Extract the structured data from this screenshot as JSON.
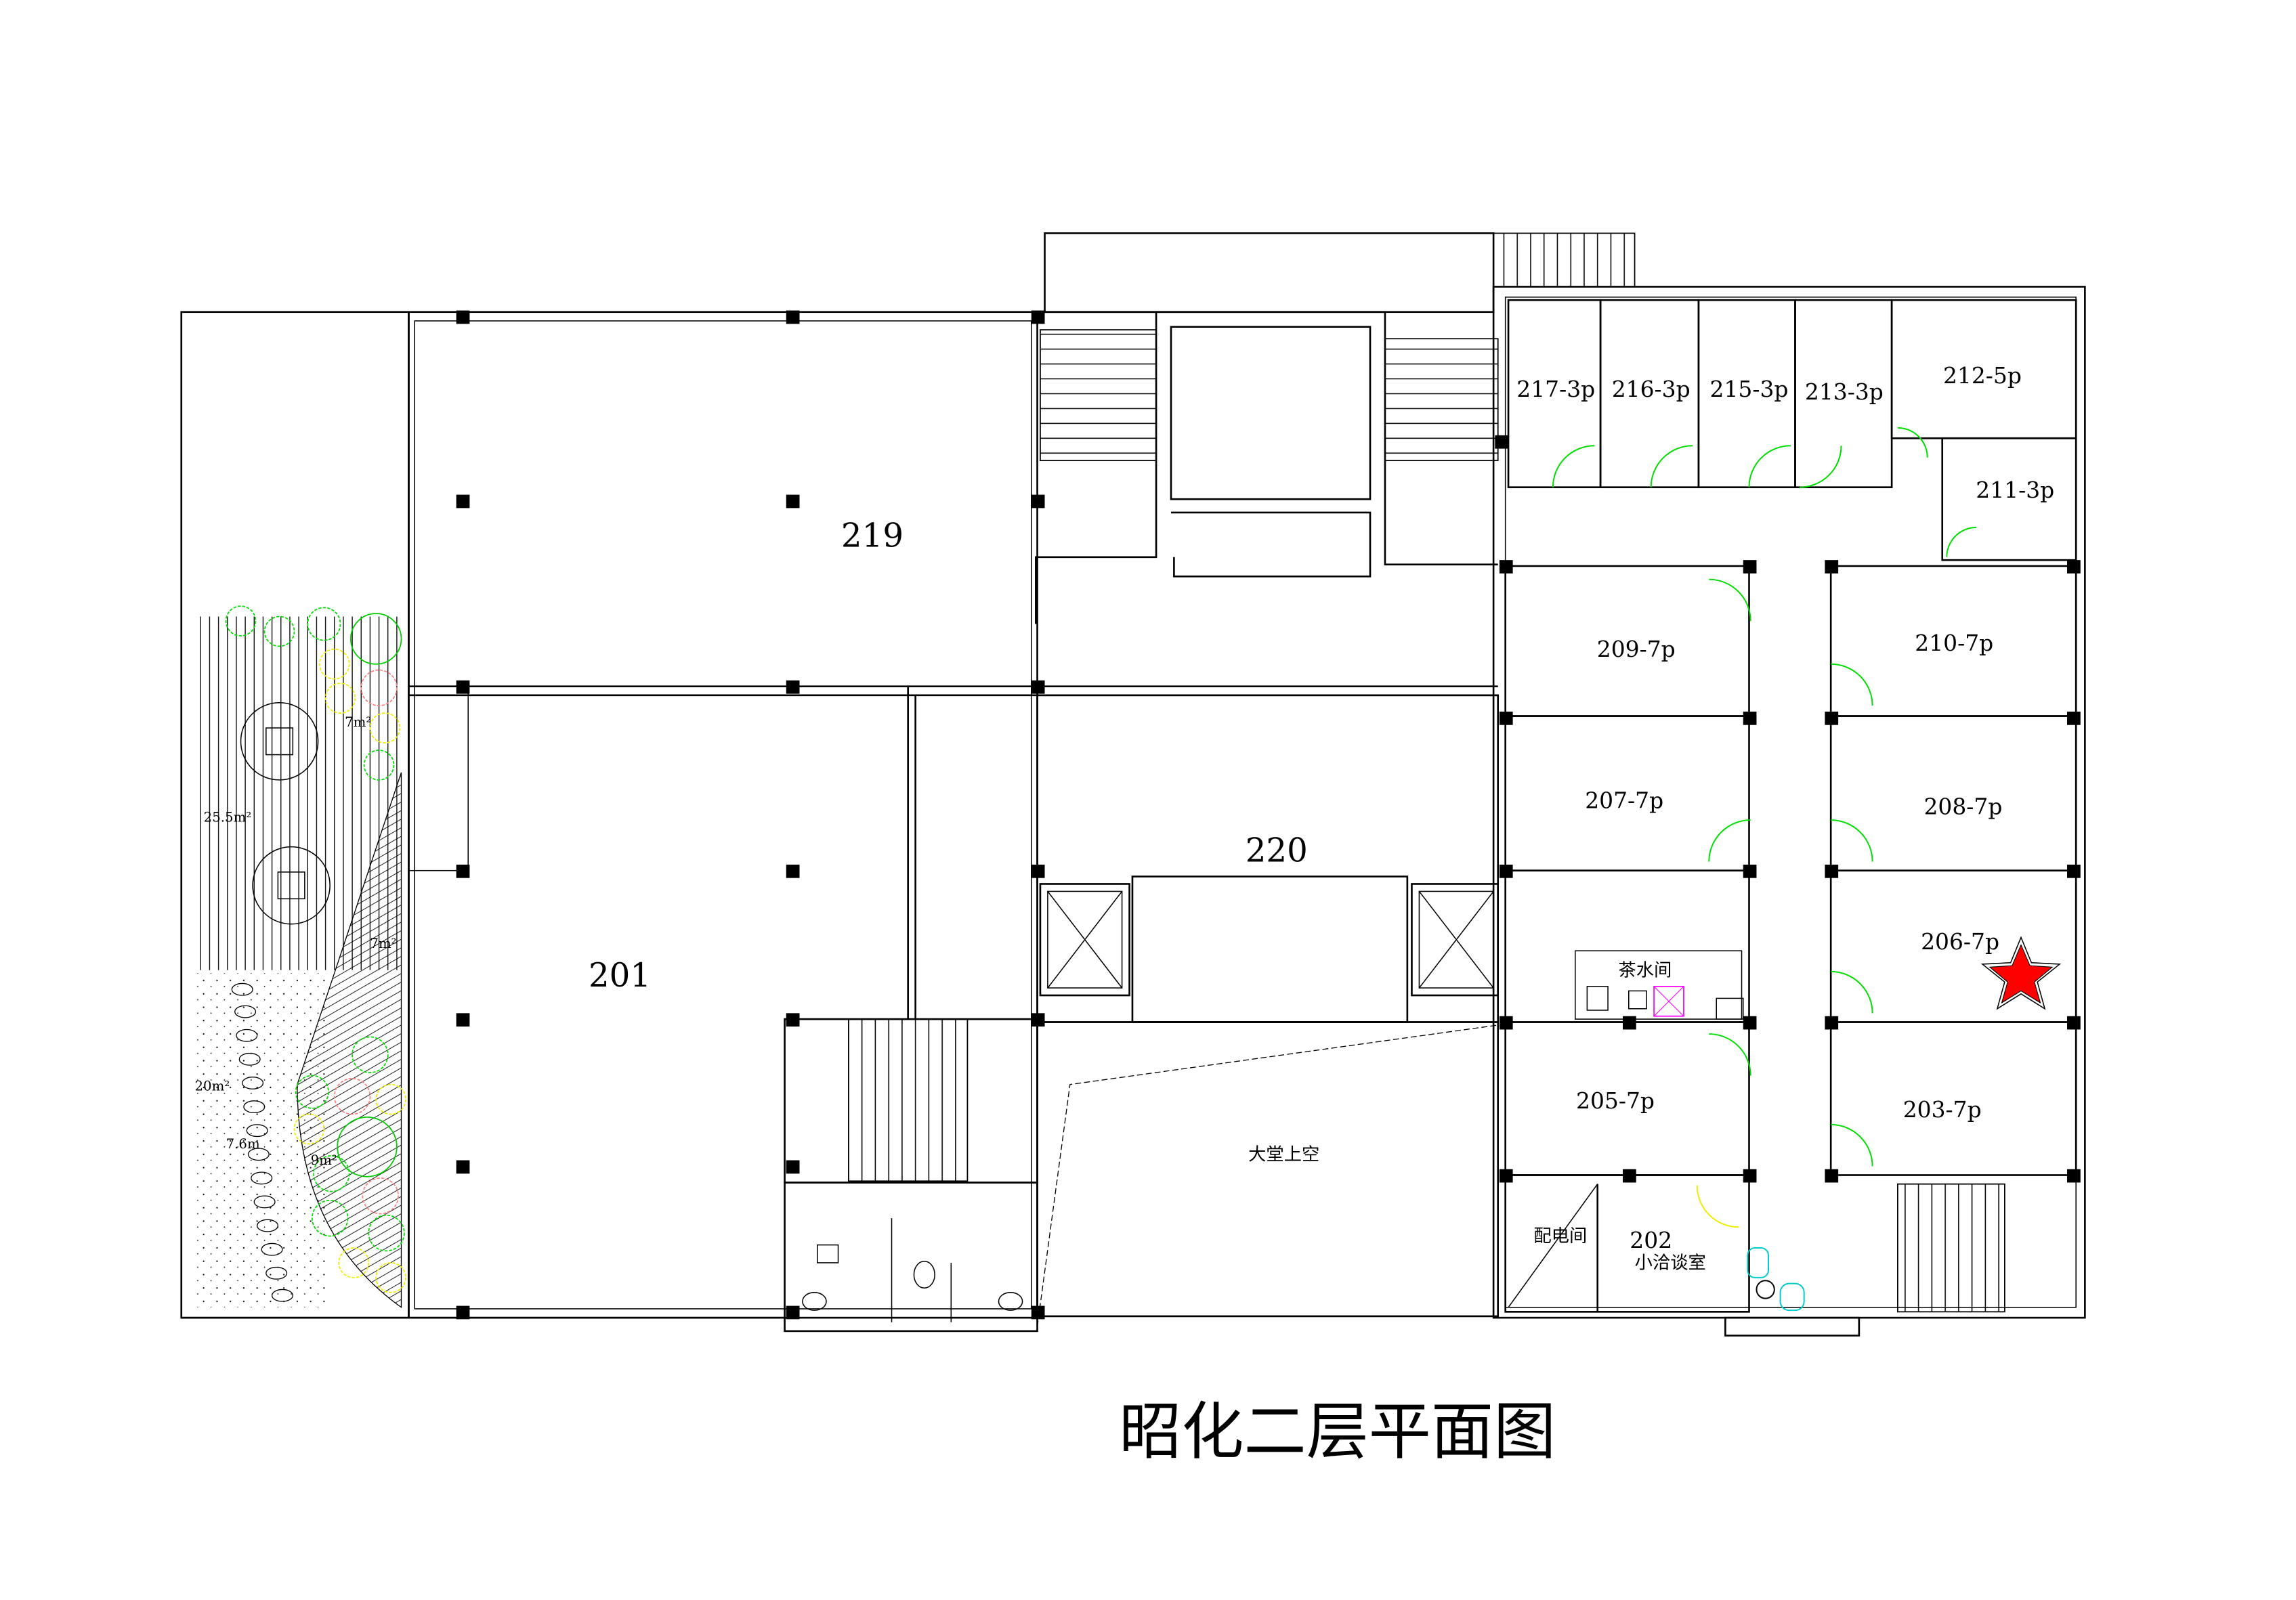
{
  "title": "昭化二层平面图",
  "rooms": {
    "r219": "219",
    "r201": "201",
    "r220": "220",
    "lobby_void": "大堂上空",
    "r217": "217-3p",
    "r216": "216-3p",
    "r215": "215-3p",
    "r213": "213-3p",
    "r212": "212-5p",
    "r211": "211-3p",
    "r209": "209-7p",
    "r210": "210-7p",
    "r207": "207-7p",
    "r208": "208-7p",
    "r206": "206-7p",
    "tea_room": "茶水间",
    "r205": "205-7p",
    "r203": "203-7p",
    "power_room": "配电间",
    "r202": "202",
    "r202_name": "小洽谈室"
  },
  "garden": {
    "deck_area": "25.5m²",
    "bed_top": "7m²",
    "bed_mid": "7m²",
    "gravel_area": "20m²",
    "path_length": "7.6m",
    "bed_bottom": "9m²"
  },
  "marker": {
    "icon": "red-star-icon",
    "color": "#ff0000",
    "room": "206-7p"
  }
}
